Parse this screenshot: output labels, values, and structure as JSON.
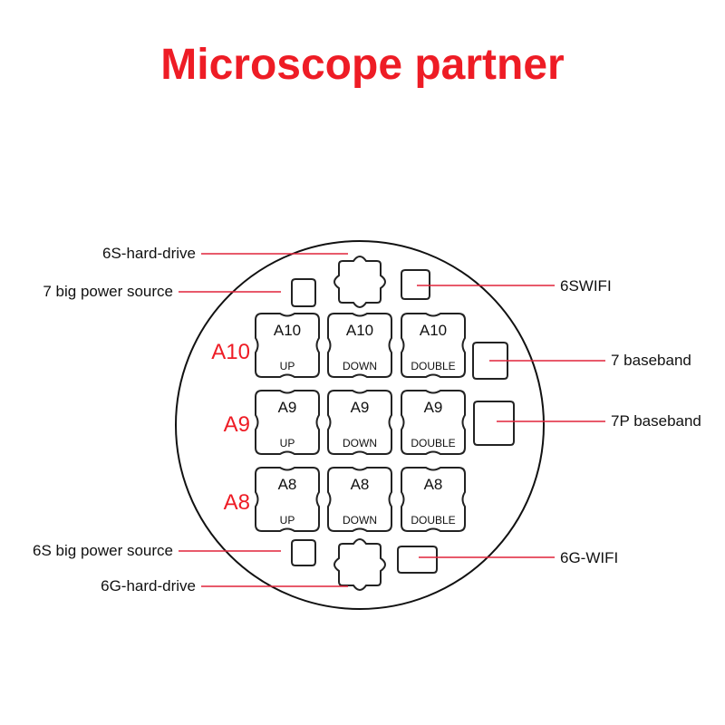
{
  "title": "Microscope partner",
  "title_color": "#ee1c25",
  "accent_color": "#ee1c25",
  "line_color": "#e0243a",
  "callouts": {
    "s6_hard_drive": "6S-hard-drive",
    "seven_big_power": "7 big power source",
    "s6_wifi": "6SWIFI",
    "seven_baseband": "7 baseband",
    "seven_p_baseband": "7P baseband",
    "s6_big_power": "6S big power source",
    "g6_wifi": "6G-WIFI",
    "g6_hard_drive": "6G-hard-drive"
  },
  "rows": [
    {
      "label": "A10",
      "chips": [
        {
          "name": "A10",
          "variant": "UP"
        },
        {
          "name": "A10",
          "variant": "DOWN"
        },
        {
          "name": "A10",
          "variant": "DOUBLE"
        }
      ]
    },
    {
      "label": "A9",
      "chips": [
        {
          "name": "A9",
          "variant": "UP"
        },
        {
          "name": "A9",
          "variant": "DOWN"
        },
        {
          "name": "A9",
          "variant": "DOUBLE"
        }
      ]
    },
    {
      "label": "A8",
      "chips": [
        {
          "name": "A8",
          "variant": "UP"
        },
        {
          "name": "A8",
          "variant": "DOWN"
        },
        {
          "name": "A8",
          "variant": "DOUBLE"
        }
      ]
    }
  ]
}
